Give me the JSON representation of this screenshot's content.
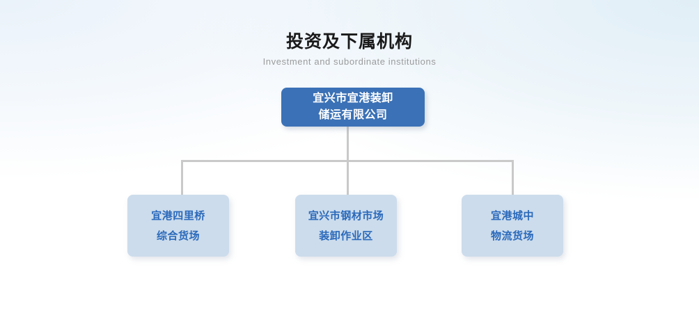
{
  "header": {
    "title": "投资及下属机构",
    "subtitle": "Investment and subordinate institutions"
  },
  "colors": {
    "root_node_background": "#3b71b6",
    "root_node_text": "#ffffff",
    "child_node_background": "#ccdcec",
    "child_node_text": "#2a69bb",
    "connector_line": "#c9c9c9",
    "title_text": "#1a1a1a",
    "subtitle_text": "#9b9b9b",
    "page_background": "#ffffff",
    "wash_top_left": "#eaf2fa",
    "wash_top_right": "#e0eef6"
  },
  "org_chart": {
    "root": {
      "lines": [
        "宜兴市宜港装卸",
        "储运有限公司"
      ]
    },
    "children": [
      {
        "lines": [
          "宜港四里桥",
          "综合货场"
        ]
      },
      {
        "lines": [
          "宜兴市钢材市场",
          "装卸作业区"
        ]
      },
      {
        "lines": [
          "宜港城中",
          "物流货场"
        ]
      }
    ]
  }
}
